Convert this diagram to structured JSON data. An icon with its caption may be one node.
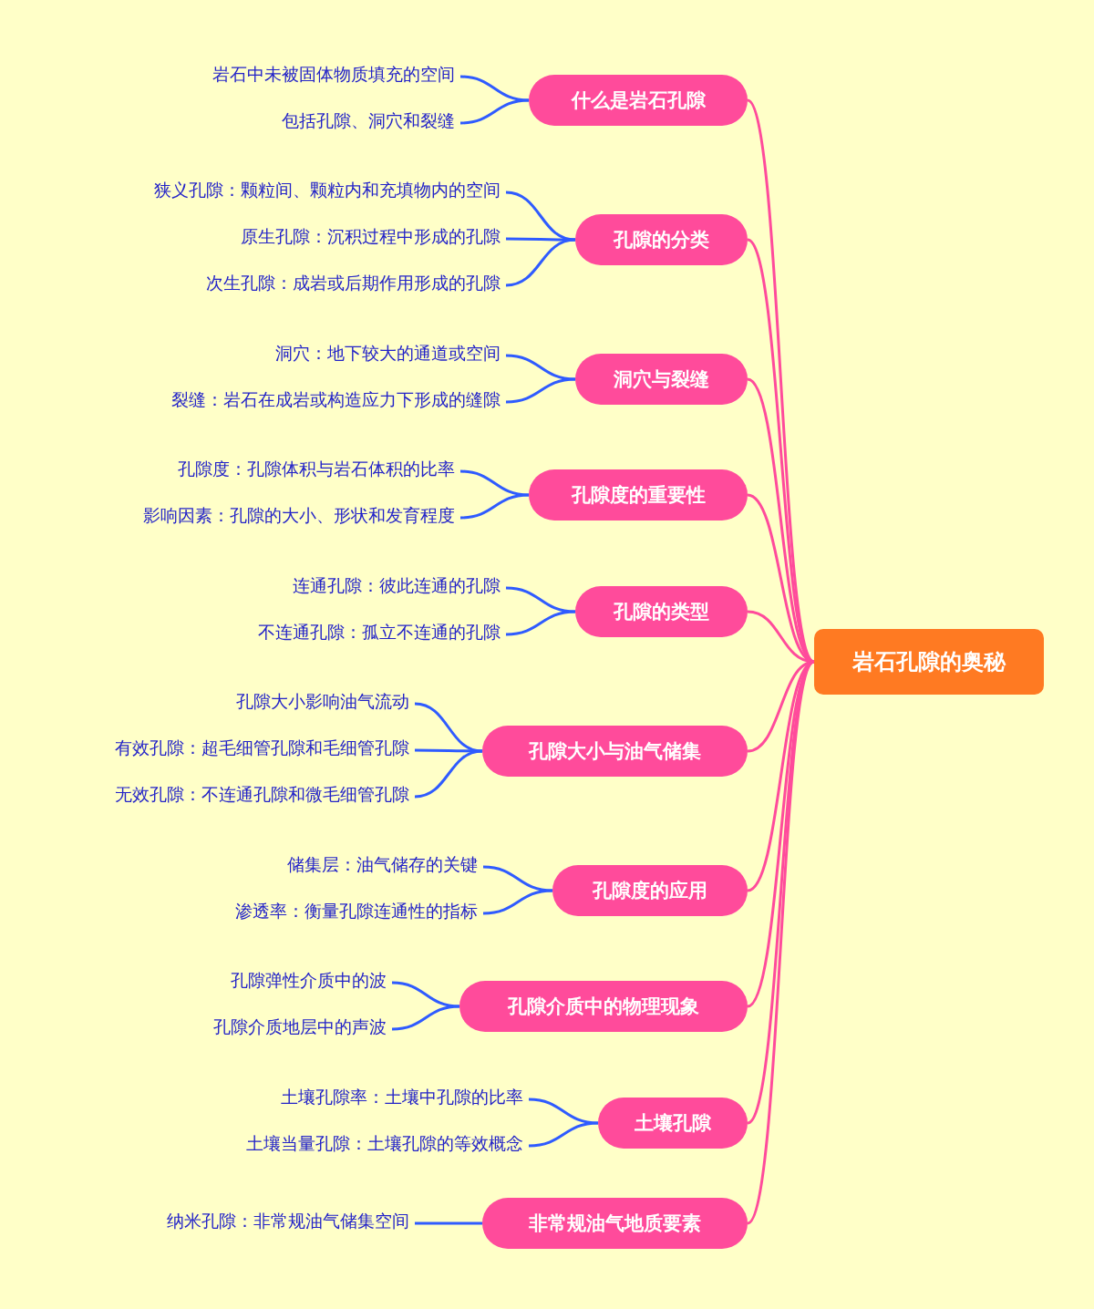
{
  "diagram": {
    "nodes": [
      {
        "text": [
          "岩石孔隙的奥秘"
        ]
      },
      {
        "text": [
          "什么是岩石孔隙"
        ]
      },
      {
        "text": [
          "岩石中未被固体物质填充的空间"
        ]
      },
      {
        "text": [
          "包括孔隙、洞穴和裂缝"
        ]
      },
      {
        "text": [
          "孔隙的分类"
        ]
      },
      {
        "text": [
          "狭义孔隙：颗粒间、颗粒内和充填物内的空间"
        ]
      },
      {
        "text": [
          "原生孔隙：沉积过程中形成的孔隙"
        ]
      },
      {
        "text": [
          "次生孔隙：成岩或后期作用形成的孔隙"
        ]
      },
      {
        "text": [
          "洞穴与裂缝"
        ]
      },
      {
        "text": [
          "洞穴：地下较大的通道或空间"
        ]
      },
      {
        "text": [
          "裂缝：岩石在成岩或构造应力下形成的缝隙"
        ]
      },
      {
        "text": [
          "孔隙度的重要性"
        ]
      },
      {
        "text": [
          "孔隙度：孔隙体积与岩石体积的比率"
        ]
      },
      {
        "text": [
          "影响因素：孔隙的大小、形状和发育程度"
        ]
      },
      {
        "text": [
          "孔隙的类型"
        ]
      },
      {
        "text": [
          "连通孔隙：彼此连通的孔隙"
        ]
      },
      {
        "text": [
          "不连通孔隙：孤立不连通的孔隙"
        ]
      },
      {
        "text": [
          "孔隙大小与油气储集"
        ]
      },
      {
        "text": [
          "孔隙大小影响油气流动"
        ]
      },
      {
        "text": [
          "有效孔隙：超毛细管孔隙和毛细管孔隙"
        ]
      },
      {
        "text": [
          "无效孔隙：不连通孔隙和微毛细管孔隙"
        ]
      },
      {
        "text": [
          "孔隙度的应用"
        ]
      },
      {
        "text": [
          "储集层：油气储存的关键"
        ]
      },
      {
        "text": [
          "渗透率：衡量孔隙连通性的指标"
        ]
      },
      {
        "text": [
          "孔隙介质中的物理现象"
        ]
      },
      {
        "text": [
          "孔隙弹性介质中的波"
        ]
      },
      {
        "text": [
          "孔隙介质地层中的声波"
        ]
      },
      {
        "text": [
          "土壤孔隙"
        ]
      },
      {
        "text": [
          "土壤孔隙率：土壤中孔隙的比率"
        ]
      },
      {
        "text": [
          "土壤当量孔隙：土壤孔隙的等效概念"
        ]
      },
      {
        "text": [
          "非常规油气地质要素"
        ]
      },
      {
        "text": [
          "纳米孔隙：非常规油气储集空间"
        ]
      }
    ],
    "edges": [
      {
        "from": 0,
        "to": 1,
        "arrow": "none",
        "color": "#ff4b9b"
      },
      {
        "from": 0,
        "to": 4,
        "arrow": "none",
        "color": "#ff4b9b"
      },
      {
        "from": 0,
        "to": 8,
        "arrow": "none",
        "color": "#ff4b9b"
      },
      {
        "from": 0,
        "to": 11,
        "arrow": "none",
        "color": "#ff4b9b"
      },
      {
        "from": 0,
        "to": 14,
        "arrow": "none",
        "color": "#ff4b9b"
      },
      {
        "from": 0,
        "to": 17,
        "arrow": "none",
        "color": "#ff4b9b"
      },
      {
        "from": 0,
        "to": 21,
        "arrow": "none",
        "color": "#ff4b9b"
      },
      {
        "from": 0,
        "to": 24,
        "arrow": "none",
        "color": "#ff4b9b"
      },
      {
        "from": 0,
        "to": 27,
        "arrow": "none",
        "color": "#ff4b9b"
      },
      {
        "from": 0,
        "to": 30,
        "arrow": "none",
        "color": "#ff4b9b"
      },
      {
        "from": 1,
        "to": 2,
        "arrow": "none"
      },
      {
        "from": 1,
        "to": 3,
        "arrow": "none"
      },
      {
        "from": 4,
        "to": 5,
        "arrow": "none"
      },
      {
        "from": 4,
        "to": 6,
        "arrow": "none"
      },
      {
        "from": 4,
        "to": 7,
        "arrow": "none"
      },
      {
        "from": 8,
        "to": 9,
        "arrow": "none"
      },
      {
        "from": 8,
        "to": 10,
        "arrow": "none"
      },
      {
        "from": 11,
        "to": 12,
        "arrow": "none"
      },
      {
        "from": 11,
        "to": 13,
        "arrow": "none"
      },
      {
        "from": 14,
        "to": 15,
        "arrow": "none"
      },
      {
        "from": 14,
        "to": 16,
        "arrow": "none"
      },
      {
        "from": 17,
        "to": 18,
        "arrow": "none"
      },
      {
        "from": 17,
        "to": 19,
        "arrow": "none"
      },
      {
        "from": 17,
        "to": 20,
        "arrow": "none"
      },
      {
        "from": 21,
        "to": 22,
        "arrow": "none"
      },
      {
        "from": 21,
        "to": 23,
        "arrow": "none"
      },
      {
        "from": 24,
        "to": 25,
        "arrow": "none"
      },
      {
        "from": 24,
        "to": 26,
        "arrow": "none"
      },
      {
        "from": 27,
        "to": 28,
        "arrow": "none"
      },
      {
        "from": 27,
        "to": 29,
        "arrow": "none"
      },
      {
        "from": 30,
        "to": 31,
        "arrow": "none"
      }
    ]
  }
}
